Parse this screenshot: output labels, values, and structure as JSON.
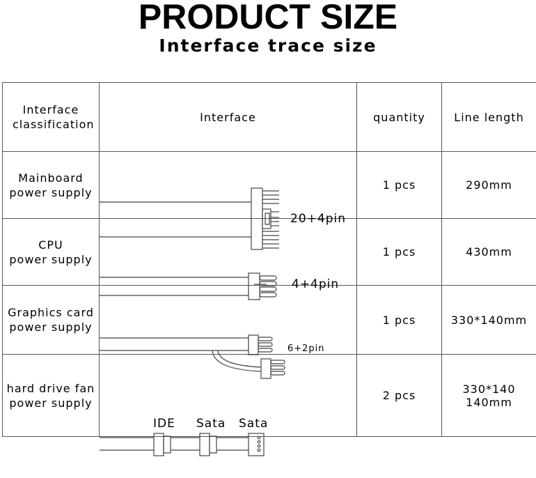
{
  "header": {
    "title": "PRODUCT SIZE",
    "subtitle": "Interface trace size"
  },
  "table": {
    "columns": [
      "Interface classification",
      "Interface",
      "quantity",
      "Line length"
    ],
    "rows": [
      {
        "classification": [
          "Mainboard",
          "power supply"
        ],
        "pin": "20+4pin",
        "quantity": "1 pcs",
        "length": [
          "290mm"
        ]
      },
      {
        "classification": [
          "CPU",
          "power supply"
        ],
        "pin": "4+4pin",
        "quantity": "1 pcs",
        "length": [
          "430mm"
        ]
      },
      {
        "classification": [
          "Graphics card",
          "power supply"
        ],
        "pin": "6+2pin",
        "quantity": "1 pcs",
        "length": [
          "330*140mm"
        ]
      },
      {
        "classification": [
          "hard drive fan",
          "power supply"
        ],
        "connectors": [
          "IDE",
          "Sata",
          "Sata"
        ],
        "quantity": "2 pcs",
        "length": [
          "330*140",
          "140mm"
        ]
      }
    ]
  },
  "colors": {
    "line": "#444444",
    "border": "#555555"
  }
}
